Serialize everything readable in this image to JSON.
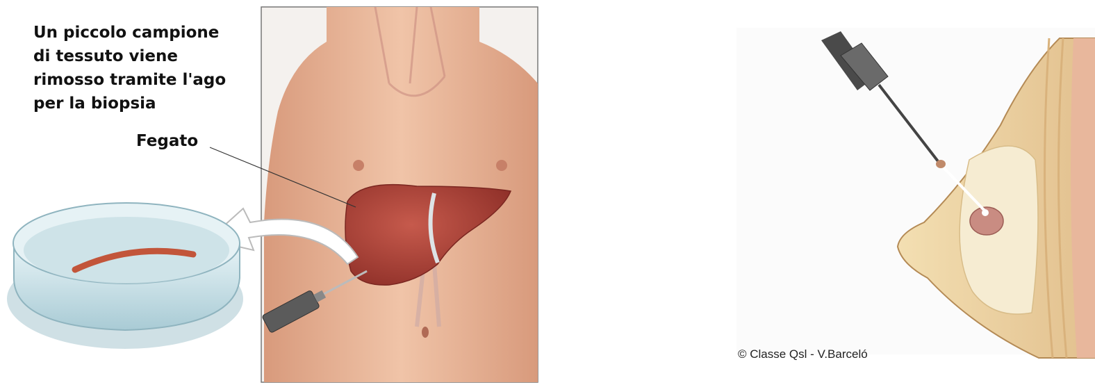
{
  "liver_panel": {
    "caption_lines": [
      "Un piccolo campione",
      "di tessuto viene",
      "rimosso tramite l'ago",
      "per la biopsia"
    ],
    "organ_label": "Fegato"
  },
  "breast_panel": {
    "credit": "© Classe Qsl -  V.Barceló"
  },
  "colors": {
    "skin": "#e9b496",
    "liver": "#a8423a",
    "dish": "#cfe4ea",
    "breast_tissue": "#efd9a8"
  }
}
